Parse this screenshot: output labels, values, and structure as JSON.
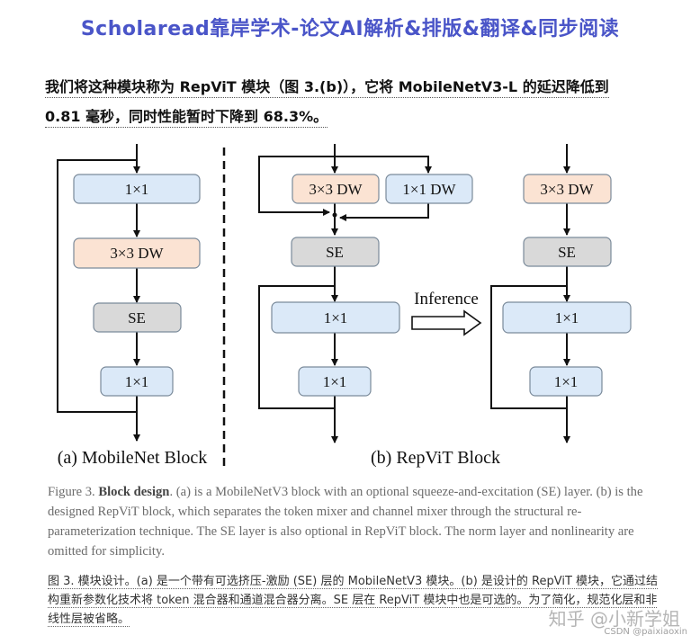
{
  "header": {
    "title": "Scholaread靠岸学术-论文AI解析&排版&翻译&同步阅读"
  },
  "intro": {
    "line1": "我们将这种模块称为 RepViT 模块（图 3.(b)），它将 MobileNetV3-L 的延迟降低到",
    "line2": "0.81 毫秒，同时性能暂时下降到 68.3%。"
  },
  "figure": {
    "left": {
      "caption": "(a) MobileNet Block",
      "blocks": [
        "1×1",
        "3×3 DW",
        "SE",
        "1×1"
      ]
    },
    "right": {
      "caption": "(b) RepViT Block",
      "train_blocks": [
        "3×3 DW",
        "1×1 DW",
        "SE",
        "1×1",
        "1×1"
      ],
      "inference_label": "Inference",
      "infer_blocks": [
        "3×3 DW",
        "SE",
        "1×1",
        "1×1"
      ]
    },
    "colors": {
      "blue": "#dbe9f8",
      "orange": "#fbe3d3",
      "gray": "#d9d9d9"
    }
  },
  "caption_en": {
    "prefix": "Figure 3. ",
    "bold": "Block design",
    "text": ". (a) is a MobileNetV3 block with an optional squeeze-and-excitation (SE) layer. (b) is the designed RepViT block, which separates the token mixer and channel mixer through the structural re-parameterization technique. The SE layer is also optional in RepViT block. The norm layer and nonlinearity are omitted for simplicity."
  },
  "caption_zh": {
    "text": "图 3. 模块设计。(a) 是一个带有可选挤压-激励 (SE) 层的 MobileNetV3 模块。(b) 是设计的 RepViT 模块，它通过结构重新参数化技术将 token 混合器和通道混合器分离。SE 层在 RepViT 模块中也是可选的。为了简化，规范化层和非线性层被省略。"
  },
  "watermark": {
    "zhihu": "知乎 @小新学姐",
    "csdn": "CSDN @paixiaoxin"
  }
}
